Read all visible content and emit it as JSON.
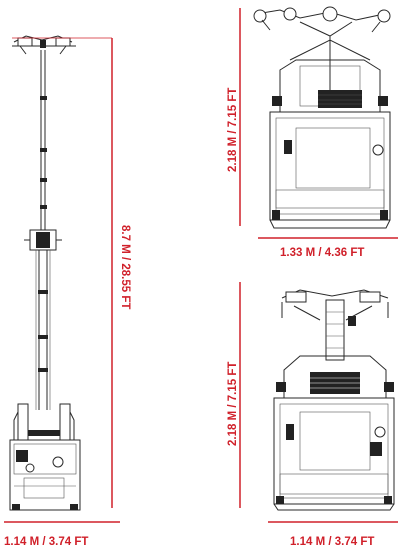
{
  "colors": {
    "dimension": "#d0202a",
    "drawing": "#2a2a2a",
    "background": "#ffffff"
  },
  "dimensions": {
    "mast_height": "8.7 M / 28.55 FT",
    "mast_unit_width": "1.14 M / 3.74 FT",
    "side_view_height": "2.18 M / 7.15 FT",
    "side_view_width": "1.33 M / 4.36 FT",
    "front_view_height": "2.18 M / 7.15 FT",
    "front_view_width": "1.14 M / 3.74 FT"
  }
}
